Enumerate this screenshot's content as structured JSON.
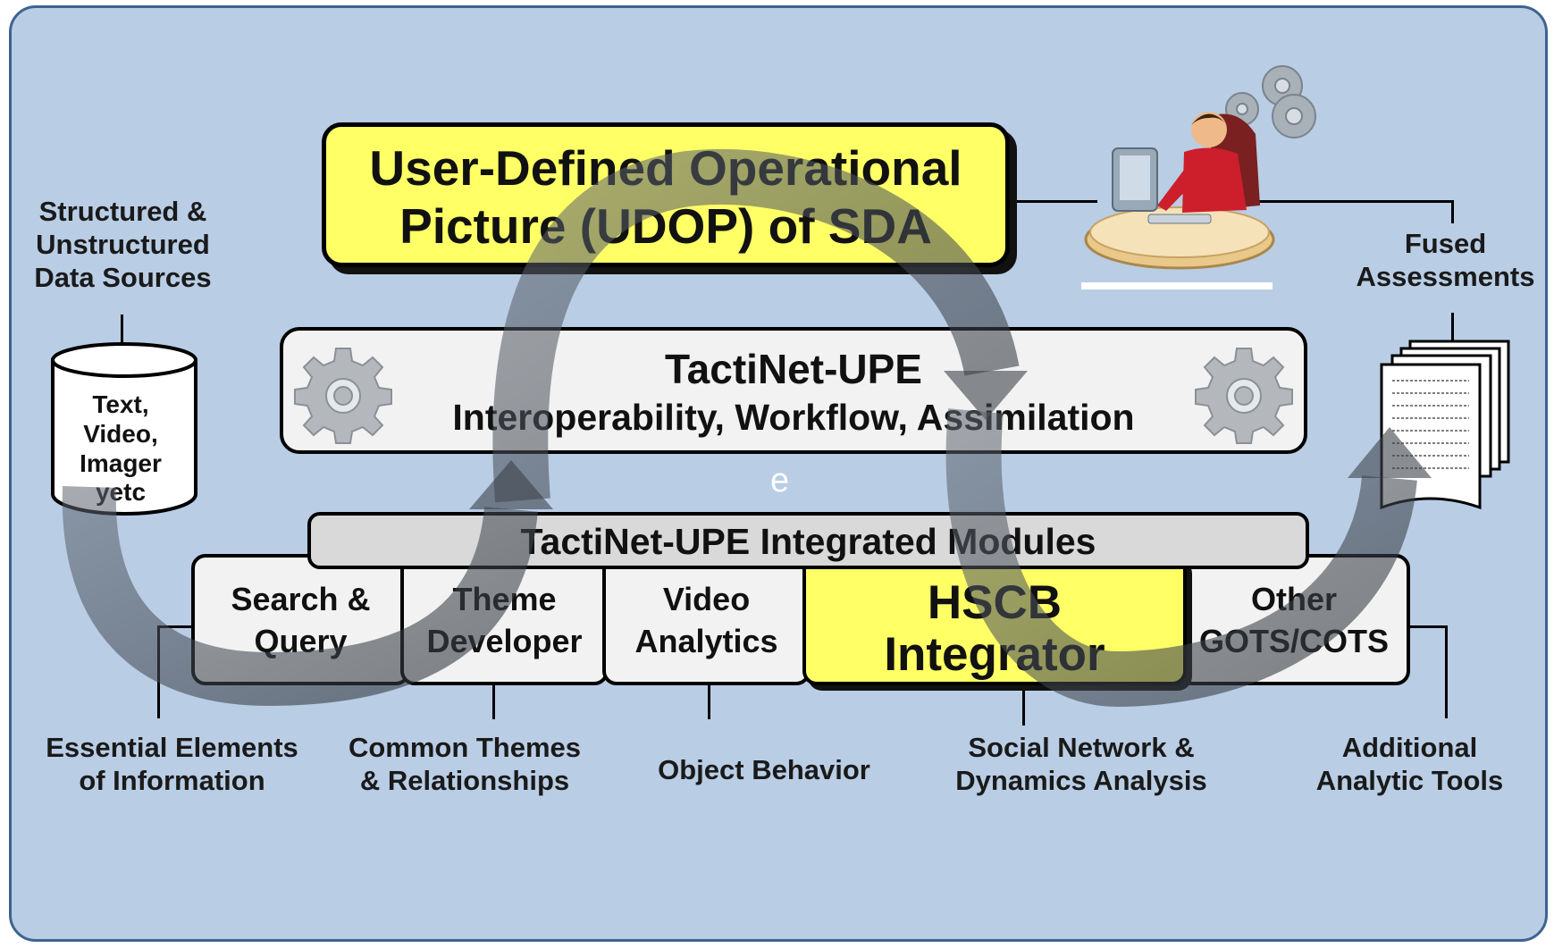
{
  "udop": {
    "title": "User-Defined Operational\nPicture (UDOP) of SDA"
  },
  "upe": {
    "title": "TactiNet-UPE",
    "subtitle": "Interoperability, Workflow, Assimilation"
  },
  "stray_char": "e",
  "modules_bar": {
    "title": "TactiNet-UPE Integrated Modules"
  },
  "modules": [
    {
      "label": "Search &\nQuery"
    },
    {
      "label": "Theme\nDeveloper"
    },
    {
      "label": "Video\nAnalytics"
    },
    {
      "label": "HSCB\nIntegrator"
    },
    {
      "label": "Other\nGOTS/COTS"
    }
  ],
  "data_sources": {
    "label": "Structured &\nUnstructured\nData Sources",
    "cylinder_text": "Text,\nVideo,\nImager\nyetc"
  },
  "fused": {
    "label": "Fused\nAssessments"
  },
  "bottom_labels": [
    {
      "label": "Essential Elements\nof Information"
    },
    {
      "label": "Common Themes\n& Relationships"
    },
    {
      "label": "Object Behavior"
    },
    {
      "label": "Social Network &\nDynamics Analysis"
    },
    {
      "label": "Additional\nAnalytic Tools"
    }
  ],
  "icons": [
    "gear-icon",
    "database-icon",
    "documents-icon",
    "analyst-workstation-icon",
    "gears-cluster-icon",
    "cycle-arrow-icon"
  ],
  "colors": {
    "background": "#b9cde5",
    "highlight": "#ffff66",
    "box": "#f2f2f2",
    "bar": "#d9d9d9",
    "border": "#3f6391"
  }
}
